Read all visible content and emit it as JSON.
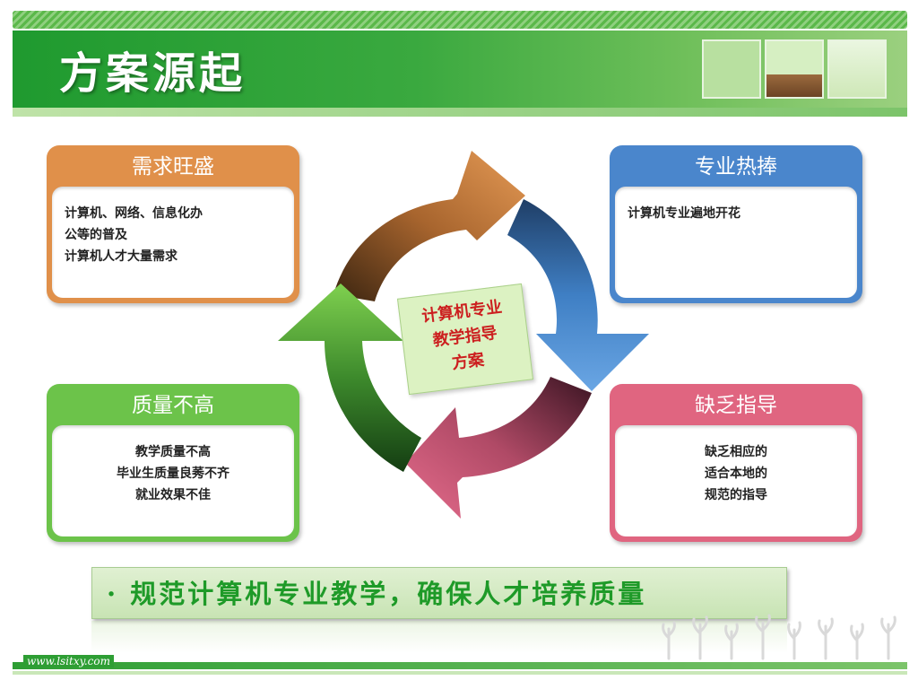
{
  "header": {
    "title": "方案源起"
  },
  "cards": [
    {
      "id": "demand",
      "title": "需求旺盛",
      "lines": [
        "计算机、网络、信息化办",
        "公等的普及",
        "计算机人才大量需求"
      ],
      "color": "#e0904a"
    },
    {
      "id": "popular",
      "title": "专业热捧",
      "lines": [
        "计算机专业遍地开花"
      ],
      "color": "#4a86cc"
    },
    {
      "id": "quality",
      "title": "质量不高",
      "lines": [
        "教学质量不高",
        "毕业生质量良莠不齐",
        "就业效果不佳"
      ],
      "color": "#6cc34a"
    },
    {
      "id": "guidance",
      "title": "缺乏指导",
      "lines": [
        "缺乏相应的",
        "适合本地的",
        "规范的指导"
      ],
      "color": "#e06580"
    }
  ],
  "center": {
    "lines": [
      "计算机专业",
      "教学指导",
      "方案"
    ],
    "color": "#cc1f1f"
  },
  "cycle_colors": {
    "orange": "#c9783a",
    "blue": "#3f7fc4",
    "pink": "#d55a7a",
    "green": "#5fb33a"
  },
  "bottom": {
    "text": "· 规范计算机专业教学，确保人才培养质量"
  },
  "footer": {
    "url": "www.lsitxy.com"
  }
}
